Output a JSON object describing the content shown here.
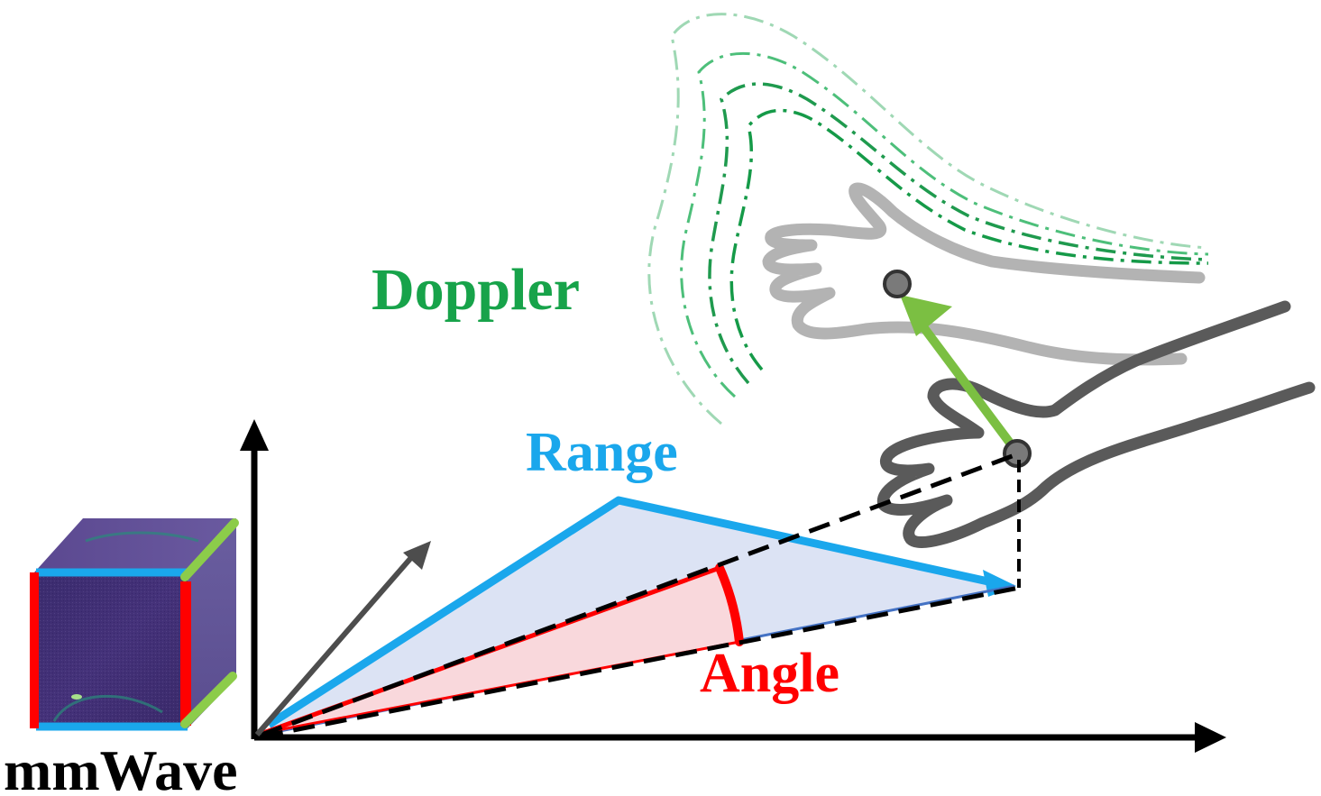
{
  "labels": {
    "doppler": "Doppler",
    "range": "Range",
    "angle": "Angle",
    "mmwave": "mmWave"
  },
  "colors": {
    "doppler": "#17a34a",
    "range": "#1aa7ec",
    "angle": "#ff0000",
    "axis": "#000000",
    "hand_faded": "#b3b3b3",
    "hand_dark": "#595959",
    "motion_arrow": "#7bbf42",
    "cube_face": "#3e2a73",
    "cube_edge_green": "#8ccc4a"
  },
  "icons": [
    "hand-outline-previous",
    "hand-outline-current",
    "mmwave-data-cube",
    "motion-vector-arrow"
  ]
}
